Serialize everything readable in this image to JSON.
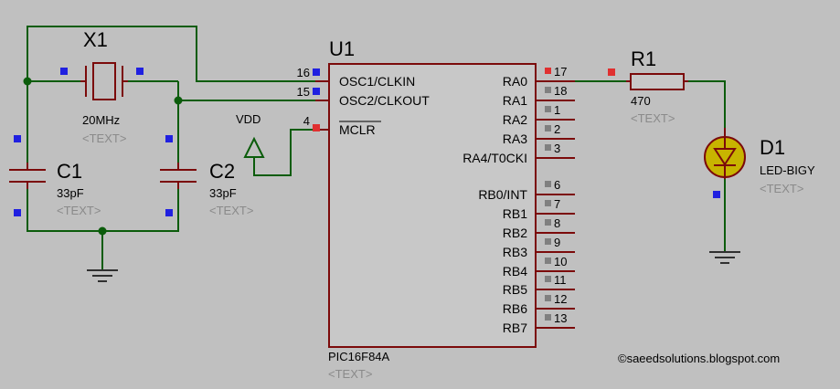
{
  "crystal": {
    "ref": "X1",
    "value": "20MHz",
    "placeholder": "<TEXT>"
  },
  "capacitors": [
    {
      "ref": "C1",
      "value": "33pF",
      "placeholder": "<TEXT>"
    },
    {
      "ref": "C2",
      "value": "33pF",
      "placeholder": "<TEXT>"
    }
  ],
  "power": {
    "label": "VDD"
  },
  "mcu": {
    "ref": "U1",
    "part": "PIC16F84A",
    "placeholder": "<TEXT>",
    "left_pins": [
      {
        "num": "16",
        "name": "OSC1/CLKIN"
      },
      {
        "num": "15",
        "name": "OSC2/CLKOUT"
      },
      {
        "num": "4",
        "name": "MCLR"
      }
    ],
    "right_pins": [
      {
        "num": "17",
        "name": "RA0"
      },
      {
        "num": "18",
        "name": "RA1"
      },
      {
        "num": "1",
        "name": "RA2"
      },
      {
        "num": "2",
        "name": "RA3"
      },
      {
        "num": "3",
        "name": "RA4/T0CKI"
      },
      {
        "num": "6",
        "name": "RB0/INT"
      },
      {
        "num": "7",
        "name": "RB1"
      },
      {
        "num": "8",
        "name": "RB2"
      },
      {
        "num": "9",
        "name": "RB3"
      },
      {
        "num": "10",
        "name": "RB4"
      },
      {
        "num": "11",
        "name": "RB5"
      },
      {
        "num": "12",
        "name": "RB6"
      },
      {
        "num": "13",
        "name": "RB7"
      }
    ]
  },
  "resistor": {
    "ref": "R1",
    "value": "470",
    "placeholder": "<TEXT>"
  },
  "led": {
    "ref": "D1",
    "value": "LED-BIGY",
    "placeholder": "<TEXT>"
  },
  "copyright": "©saeedsolutions.blogspot.com",
  "colors": {
    "background": "#c0c0c0",
    "wire": "#0b5c0b",
    "component": "#7b0a0a",
    "chip_fill": "#c8c8c8",
    "led_fill": "#c8b400",
    "connected_marker": "#e03030",
    "pin_marker": "#2020e0"
  }
}
